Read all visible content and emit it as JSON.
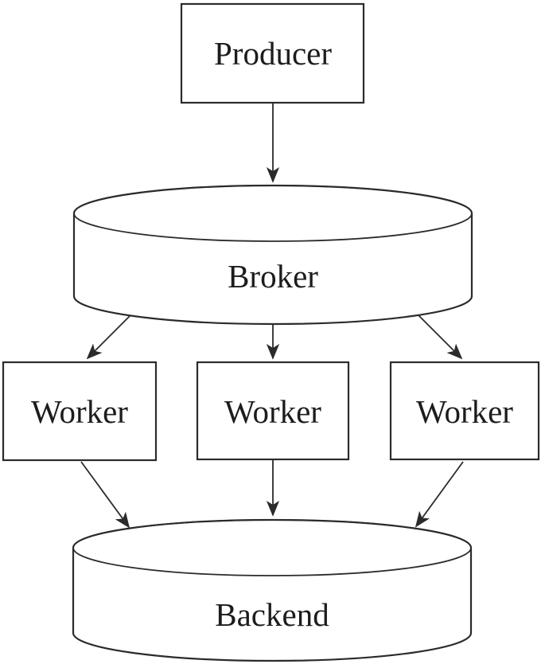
{
  "diagram": {
    "type": "architecture-flow-diagram",
    "nodes": {
      "producer": {
        "label": "Producer",
        "shape": "rectangle"
      },
      "broker": {
        "label": "Broker",
        "shape": "cylinder"
      },
      "worker_left": {
        "label": "Worker",
        "shape": "rectangle"
      },
      "worker_middle": {
        "label": "Worker",
        "shape": "rectangle"
      },
      "worker_right": {
        "label": "Worker",
        "shape": "rectangle"
      },
      "backend": {
        "label": "Backend",
        "shape": "cylinder"
      }
    },
    "edges": [
      {
        "from": "producer",
        "to": "broker"
      },
      {
        "from": "broker",
        "to": "worker_left"
      },
      {
        "from": "broker",
        "to": "worker_middle"
      },
      {
        "from": "broker",
        "to": "worker_right"
      },
      {
        "from": "worker_left",
        "to": "backend"
      },
      {
        "from": "worker_middle",
        "to": "backend"
      },
      {
        "from": "worker_right",
        "to": "backend"
      }
    ],
    "colors": {
      "stroke": "#2b2b2b",
      "node-fill": "#ffffff",
      "text": "#1c1c1c",
      "background": "#ffffff"
    }
  }
}
